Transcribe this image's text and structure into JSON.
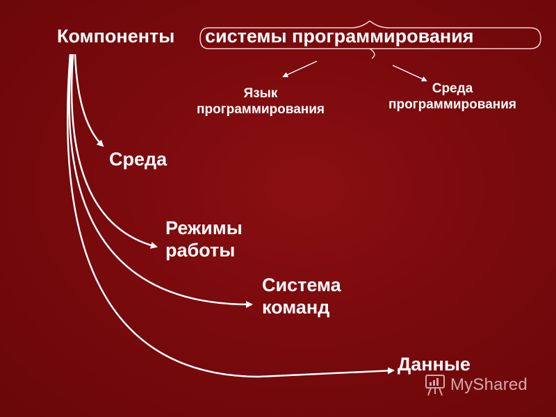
{
  "colors": {
    "background": "#7a0a0d",
    "foreground": "#ffffff",
    "bracket": "#f2d6d6"
  },
  "title": {
    "word1": "Компоненты",
    "rest": "системы программирования"
  },
  "subcomponents": {
    "language": "Язык программирования",
    "environment": "Среда программирования"
  },
  "items": {
    "environment": "Среда",
    "modes": "Режимы работы",
    "commands": "Система команд",
    "data": "Данные"
  },
  "watermark": {
    "text": "MyShared",
    "icon": "presentation-board-icon"
  }
}
